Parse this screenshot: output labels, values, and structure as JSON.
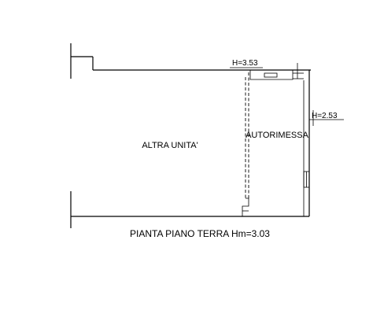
{
  "drawing": {
    "rooms": {
      "altra_unita": "ALTRA UNITA'",
      "autorimessa": "AUTORIMESSA"
    },
    "heights": {
      "top": "H=3.53",
      "right": "H=2.53"
    },
    "caption": "PIANTA PIANO TERRA Hm=3.03"
  }
}
